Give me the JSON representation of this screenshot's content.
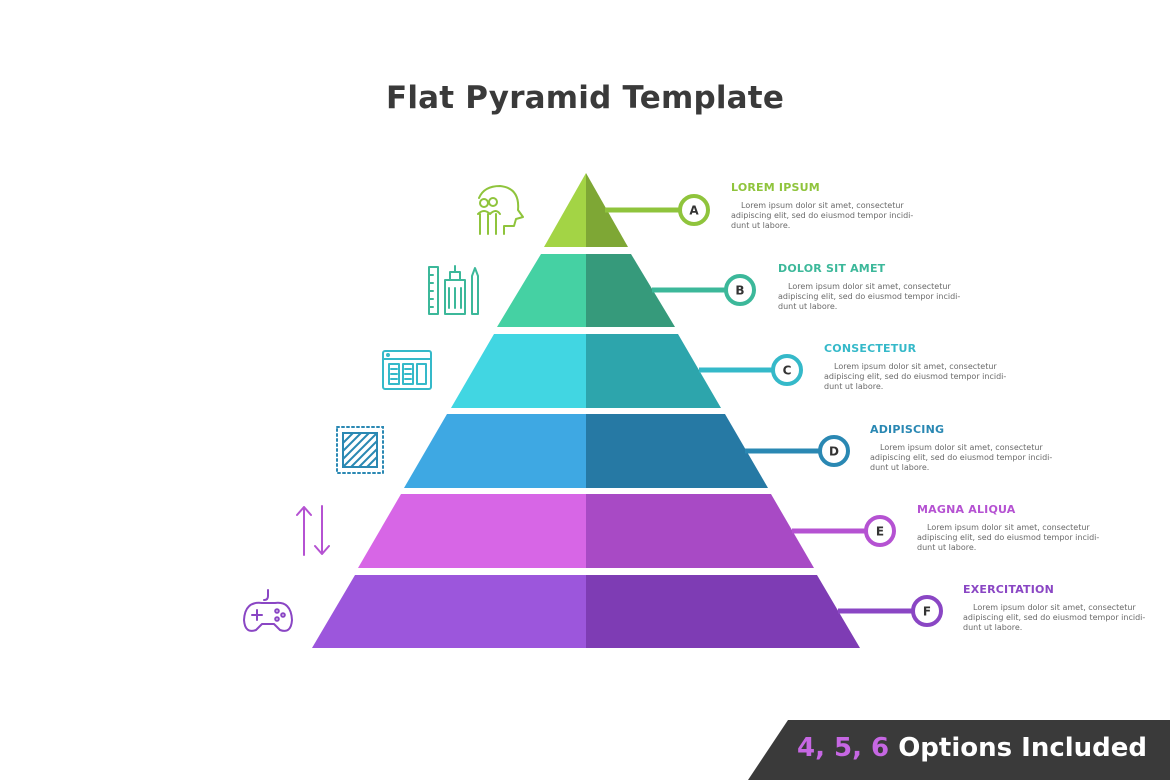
{
  "title": "Flat Pyramid Template",
  "levels": [
    {
      "letter": "A",
      "heading": "LOREM IPSUM",
      "text": "Lorem ipsum dolor sit amet, consectetur adipiscing elit, sed do eiusmod tempor incidi-dunt ut labore.",
      "icon": "team-head-icon",
      "color": "#8fc43c",
      "light": "#a3d445",
      "dark": "#7ea735"
    },
    {
      "letter": "B",
      "heading": "DOLOR SIT AMET",
      "text": "Lorem ipsum dolor sit amet, consectetur adipiscing elit, sed do eiusmod tempor incidi-dunt ut labore.",
      "icon": "city-tools-icon",
      "color": "#3cb89a",
      "light": "#45d1a3",
      "dark": "#369a7b"
    },
    {
      "letter": "C",
      "heading": "CONSECTETUR",
      "text": "Lorem ipsum dolor sit amet, consectetur adipiscing elit, sed do eiusmod tempor incidi-dunt ut labore.",
      "icon": "browser-layout-icon",
      "color": "#35b9c9",
      "light": "#41d6e2",
      "dark": "#2da5ac"
    },
    {
      "letter": "D",
      "heading": "ADIPISCING",
      "text": "Lorem ipsum dolor sit amet, consectetur adipiscing elit, sed do eiusmod tempor incidi-dunt ut labore.",
      "icon": "hatched-square-icon",
      "color": "#2a88b3",
      "light": "#3ea8e3",
      "dark": "#2679a4"
    },
    {
      "letter": "E",
      "heading": "MAGNA ALIQUA",
      "text": "Lorem ipsum dolor sit amet, consectetur adipiscing elit, sed do eiusmod tempor incidi-dunt ut labore.",
      "icon": "up-down-arrows-icon",
      "color": "#b552d2",
      "light": "#d766e6",
      "dark": "#a84ac5"
    },
    {
      "letter": "F",
      "heading": "EXERCITATION",
      "text": "Lorem ipsum dolor sit amet, consectetur adipiscing elit, sed do eiusmod tempor incidi-dunt ut labore.",
      "icon": "game-controller-icon",
      "color": "#8a46c4",
      "light": "#9c56dc",
      "dark": "#7e3cb4"
    }
  ],
  "footer": {
    "options": "4, 5, 6",
    "text": "Options Included",
    "bg": "#3a3a3a",
    "accent": "#c667e3"
  }
}
